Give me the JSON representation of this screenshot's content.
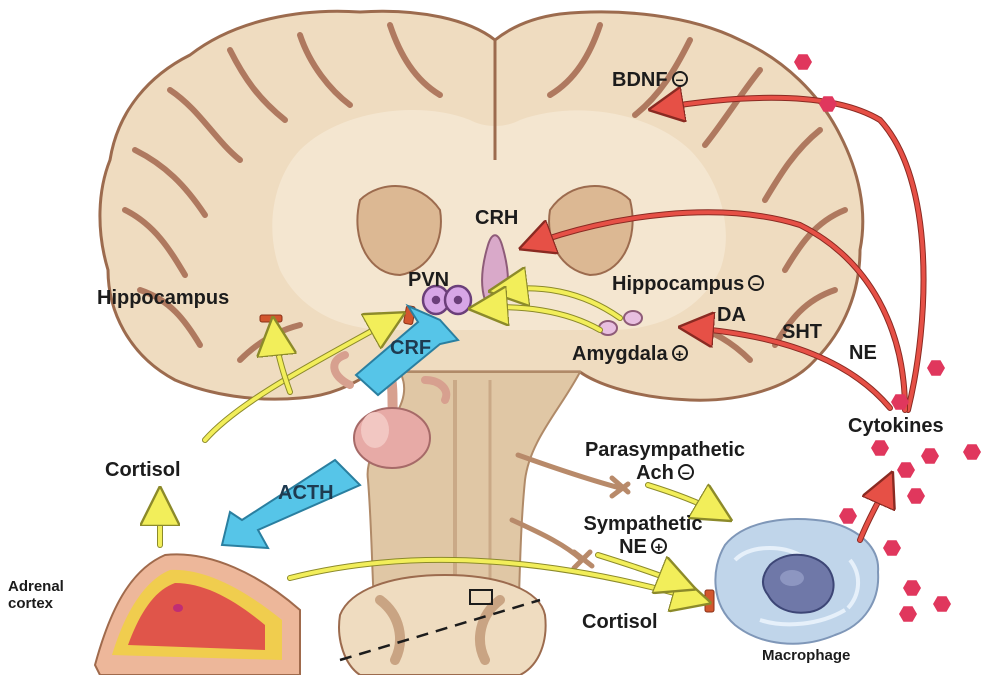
{
  "labels": {
    "bdnf": "BDNF",
    "bdnf_sign": "−",
    "crh": "CRH",
    "pvn": "PVN",
    "hippocampus_left": "Hippocampus",
    "hippocampus_right": "Hippocampus",
    "hippocampus_right_sign": "−",
    "amygdala": "Amygdala",
    "amygdala_sign": "+",
    "da": "DA",
    "sht": "SHT",
    "ne_top": "NE",
    "crf": "CRF",
    "cytokines": "Cytokines",
    "cortisol_left": "Cortisol",
    "acth": "ACTH",
    "parasympathetic_line1": "Parasympathetic",
    "parasympathetic_line2": "Ach",
    "parasympathetic_sign": "−",
    "sympathetic_line1": "Sympathetic",
    "sympathetic_line2": "NE",
    "sympathetic_sign": "+",
    "adrenal_line1": "Adrenal",
    "adrenal_line2": "cortex",
    "cortisol_bottom": "Cortisol",
    "macrophage": "Macrophage"
  },
  "colors": {
    "brain_tissue": "#efdcc0",
    "brain_outline": "#9c6b4e",
    "sulcus": "#a4684f",
    "white_matter": "#f4e6d0",
    "brainstem": "#e0c7a5",
    "pituitary": "#e7aaa6",
    "yellow_arrow": "#f2ee5a",
    "red_arrow": "#e65046",
    "blue_arrow": "#56c5e8",
    "cytokine_dot": "#e0375d",
    "adrenal_outer": "#edb79a",
    "adrenal_cortex": "#f0cd4e",
    "adrenal_medulla": "#e0554a",
    "macrophage": "#c0d5ea",
    "nucleus": "#6f78a8",
    "receptor": "#d2562e"
  }
}
